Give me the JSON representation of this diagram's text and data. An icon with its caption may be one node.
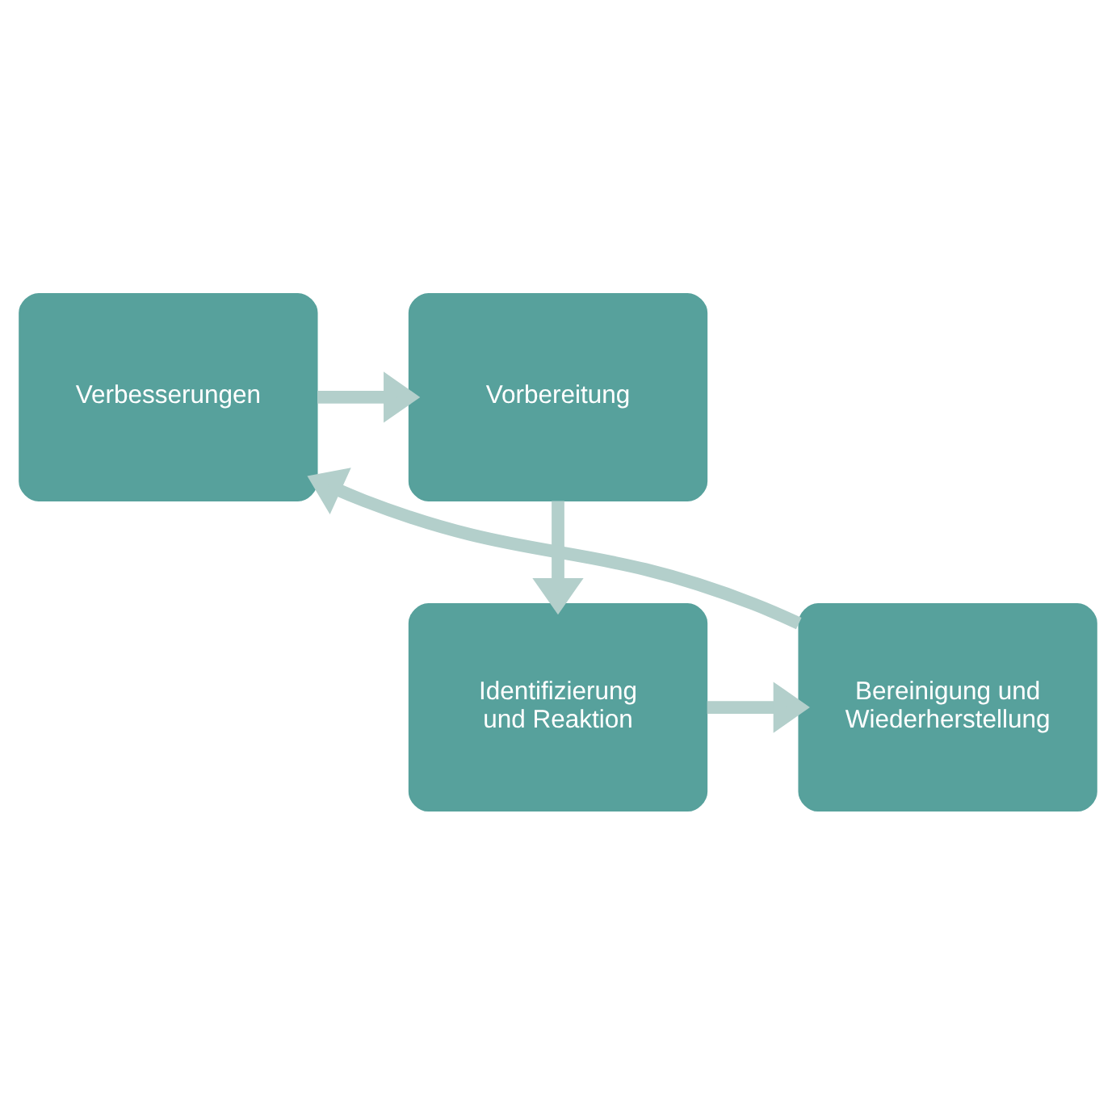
{
  "diagram": {
    "nodes": [
      {
        "text": [
          "Verbesserungen"
        ]
      },
      {
        "text": [
          "Vorbereitung"
        ]
      },
      {
        "text": [
          "Bereinigung und Wiederherstellung"
        ]
      },
      {
        "text": [
          "Identifizierung und Reaktion"
        ]
      }
    ],
    "edges": [
      {
        "from": 1,
        "to": 3,
        "arrow": "to"
      },
      {
        "from": 3,
        "to": 2,
        "arrow": "to"
      },
      {
        "from": 2,
        "to": 0,
        "arrow": "to"
      },
      {
        "from": 0,
        "to": 1,
        "arrow": "to"
      }
    ]
  }
}
